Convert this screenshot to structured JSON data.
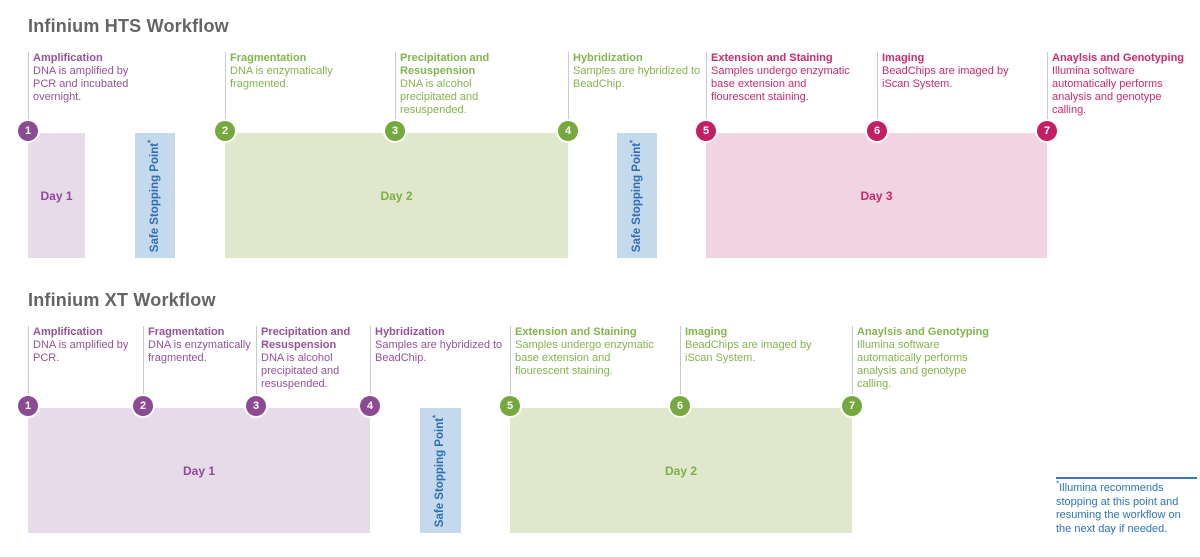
{
  "colors": {
    "title_gray": "#636466",
    "step_line_gray": "#cbcbcb",
    "footnote_blue": "#2e74b9",
    "palette": {
      "purple": {
        "text": "#96519b",
        "circle": "#8c4a93",
        "bar": "#e7dbe9",
        "label": "#8e4a96"
      },
      "green": {
        "text": "#83b44e",
        "circle": "#75a93e",
        "bar": "#dfe8cc",
        "label": "#7fae46"
      },
      "pink": {
        "text": "#ce2a6c",
        "circle": "#c41f63",
        "bar": "#f1d3e1",
        "label": "#c92a68"
      },
      "blue": {
        "text": "#2f6eb5",
        "bar": "#c5d9ec"
      }
    }
  },
  "workflows": [
    {
      "title": "Infinium HTS Workflow",
      "steps": [
        {
          "num": "1",
          "title": "Amplification",
          "desc": "DNA is amplified by PCR and incubated overnight.",
          "palette": "purple"
        },
        {
          "num": "2",
          "title": "Fragmentation",
          "desc": "DNA is enzymatically fragmented.",
          "palette": "green"
        },
        {
          "num": "3",
          "title": "Precipitation and Resuspension",
          "desc": "DNA is alcohol precipitated and resuspended.",
          "palette": "green"
        },
        {
          "num": "4",
          "title": "Hybridization",
          "desc": "Samples are hybridized to BeadChip.",
          "palette": "green"
        },
        {
          "num": "5",
          "title": "Extension and  Staining",
          "desc": "Samples undergo enzymatic base extension and flourescent staining.",
          "palette": "pink"
        },
        {
          "num": "6",
          "title": "Imaging",
          "desc": "BeadChips are imaged by iScan System.",
          "palette": "pink"
        },
        {
          "num": "7",
          "title": "Anaylsis and Genotyping",
          "desc": "Illumina software automatically performs analysis and genotype calling.",
          "palette": "pink"
        }
      ],
      "bars": [
        {
          "type": "day",
          "label": "Day 1",
          "palette": "purple"
        },
        {
          "type": "safe-stop",
          "label": "Safe Stopping Point",
          "sup": "*",
          "palette": "blue"
        },
        {
          "type": "day",
          "label": "Day 2",
          "palette": "green"
        },
        {
          "type": "safe-stop",
          "label": "Safe Stopping Point",
          "sup": "*",
          "palette": "blue"
        },
        {
          "type": "day",
          "label": "Day 3",
          "palette": "pink"
        }
      ]
    },
    {
      "title": "Infinium XT Workflow",
      "steps": [
        {
          "num": "1",
          "title": "Amplification",
          "desc": "DNA is amplified by PCR.",
          "palette": "purple"
        },
        {
          "num": "2",
          "title": "Fragmentation",
          "desc": "DNA is enzymatically fragmented.",
          "palette": "purple"
        },
        {
          "num": "3",
          "title": "Precipitation and Resuspension",
          "desc": "DNA is alcohol precipitated and resuspended.",
          "palette": "purple"
        },
        {
          "num": "4",
          "title": "Hybridization",
          "desc": "Samples are hybridized to BeadChip.",
          "palette": "purple"
        },
        {
          "num": "5",
          "title": "Extension and  Staining",
          "desc": "Samples undergo enzymatic base extension and flourescent staining.",
          "palette": "green"
        },
        {
          "num": "6",
          "title": "Imaging",
          "desc": "BeadChips are imaged by iScan System.",
          "palette": "green"
        },
        {
          "num": "7",
          "title": "Anaylsis and Genotyping",
          "desc": "Illumina software automatically performs analysis and genotype calling.",
          "palette": "green"
        }
      ],
      "bars": [
        {
          "type": "day",
          "label": "Day 1",
          "palette": "purple"
        },
        {
          "type": "safe-stop",
          "label": "Safe Stopping Point",
          "sup": "*",
          "palette": "blue"
        },
        {
          "type": "day",
          "label": "Day 2",
          "palette": "green"
        }
      ]
    }
  ],
  "footnote": {
    "sup": "*",
    "text": "Illumina recommends stopping at this point and resuming the workflow on the next day if needed."
  }
}
